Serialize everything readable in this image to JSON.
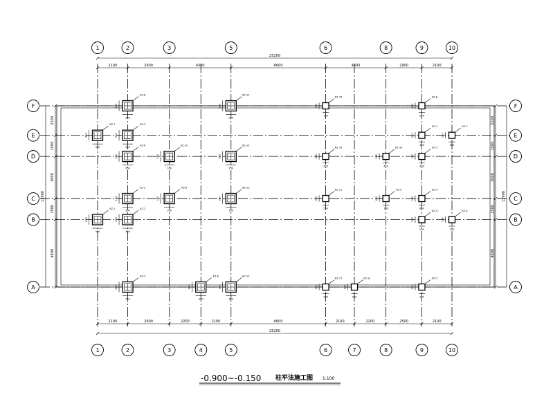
{
  "title": {
    "elevation": "-0.900~-0.150",
    "name": "柱平法施工图",
    "scale": "1:100"
  },
  "grid": {
    "cols": [
      {
        "label": "1",
        "pos": 0
      },
      {
        "label": "2",
        "pos": 2100
      },
      {
        "label": "3",
        "pos": 5000
      },
      {
        "label": "4",
        "pos": 7200
      },
      {
        "label": "5",
        "pos": 9300
      },
      {
        "label": "6",
        "pos": 15900
      },
      {
        "label": "7",
        "pos": 17900
      },
      {
        "label": "8",
        "pos": 20100
      },
      {
        "label": "9",
        "pos": 22600
      },
      {
        "label": "10",
        "pos": 24700
      }
    ],
    "rows": [
      {
        "label": "A",
        "pos": 0
      },
      {
        "label": "B",
        "pos": 4800
      },
      {
        "label": "C",
        "pos": 6300
      },
      {
        "label": "D",
        "pos": 9300
      },
      {
        "label": "E",
        "pos": 10800
      },
      {
        "label": "F",
        "pos": 12900
      }
    ],
    "top_col_labels": [
      "1",
      "2",
      "3",
      "5",
      "6",
      "8",
      "9",
      "10"
    ],
    "bottom_col_labels": [
      "1",
      "2",
      "3",
      "4",
      "5",
      "6",
      "7",
      "8",
      "9",
      "10"
    ]
  },
  "dims": {
    "top_total": "25200",
    "top": [
      "2100",
      "2900",
      "4300",
      "6600",
      "4300",
      "2900",
      "2100"
    ],
    "bottom_total": "25200",
    "bottom": [
      "2100",
      "2900",
      "2200",
      "2100",
      "6600",
      "2100",
      "2200",
      "2500",
      "2100"
    ],
    "left_total": "12900",
    "left": [
      "4800",
      "1500",
      "3000",
      "1500",
      "2100"
    ],
    "right_total": "12900",
    "right": [
      "4800",
      "1500",
      "3000",
      "1500",
      "2100"
    ]
  },
  "columns": [
    {
      "tag": "KZ-8",
      "col": "2",
      "row": "F",
      "size": "big"
    },
    {
      "tag": "KZ-15",
      "col": "5",
      "row": "F",
      "size": "big"
    },
    {
      "tag": "KZ-15",
      "col": "6",
      "row": "F",
      "size": "small"
    },
    {
      "tag": "KZ-8",
      "col": "9",
      "row": "F",
      "size": "small"
    },
    {
      "tag": "KZ-7",
      "col": "1",
      "row": "E",
      "size": "big"
    },
    {
      "tag": "KZ-3",
      "col": "2",
      "row": "E",
      "size": "big"
    },
    {
      "tag": "KZ-7",
      "col": "9",
      "row": "E",
      "size": "small"
    },
    {
      "tag": "KZ-7",
      "col": "10",
      "row": "E",
      "size": "small"
    },
    {
      "tag": "KZ-6",
      "col": "2",
      "row": "D",
      "size": "big"
    },
    {
      "tag": "KZ-10",
      "col": "3",
      "row": "D",
      "size": "big"
    },
    {
      "tag": "KZ-12",
      "col": "5",
      "row": "D",
      "size": "big"
    },
    {
      "tag": "KZ-14",
      "col": "6",
      "row": "D",
      "size": "small"
    },
    {
      "tag": "KZ-16",
      "col": "8",
      "row": "D",
      "size": "small"
    },
    {
      "tag": "KZ-5",
      "col": "9",
      "row": "D",
      "size": "small"
    },
    {
      "tag": "KZ-5",
      "col": "2",
      "row": "C",
      "size": "big"
    },
    {
      "tag": "KZ-6",
      "col": "3",
      "row": "C",
      "size": "big"
    },
    {
      "tag": "KZ-13",
      "col": "5",
      "row": "C",
      "size": "big"
    },
    {
      "tag": "KZ-11",
      "col": "6",
      "row": "C",
      "size": "small"
    },
    {
      "tag": "KZ-9",
      "col": "8",
      "row": "C",
      "size": "small"
    },
    {
      "tag": "KZ-5",
      "col": "9",
      "row": "C",
      "size": "small"
    },
    {
      "tag": "KZ-1",
      "col": "1",
      "row": "B",
      "size": "big"
    },
    {
      "tag": "KZ-2",
      "col": "2",
      "row": "B",
      "size": "big"
    },
    {
      "tag": "KZ-4",
      "col": "9",
      "row": "B",
      "size": "small"
    },
    {
      "tag": "KZ-4",
      "col": "10",
      "row": "B",
      "size": "small"
    },
    {
      "tag": "KZ-3",
      "col": "2",
      "row": "A",
      "size": "big"
    },
    {
      "tag": "KZ-8",
      "col": "4",
      "row": "A",
      "size": "big"
    },
    {
      "tag": "KZ-12",
      "col": "5",
      "row": "A",
      "size": "big"
    },
    {
      "tag": "KZ-17",
      "col": "6",
      "row": "A",
      "size": "small"
    },
    {
      "tag": "KZ-11",
      "col": "7",
      "row": "A",
      "size": "small"
    },
    {
      "tag": "KZ-5",
      "col": "9",
      "row": "A",
      "size": "small"
    }
  ],
  "column_dims": [
    "300",
    "200",
    "100",
    "250",
    "350",
    "450",
    "400"
  ],
  "colors": {
    "line": "#000000",
    "paper": "#ffffff"
  }
}
